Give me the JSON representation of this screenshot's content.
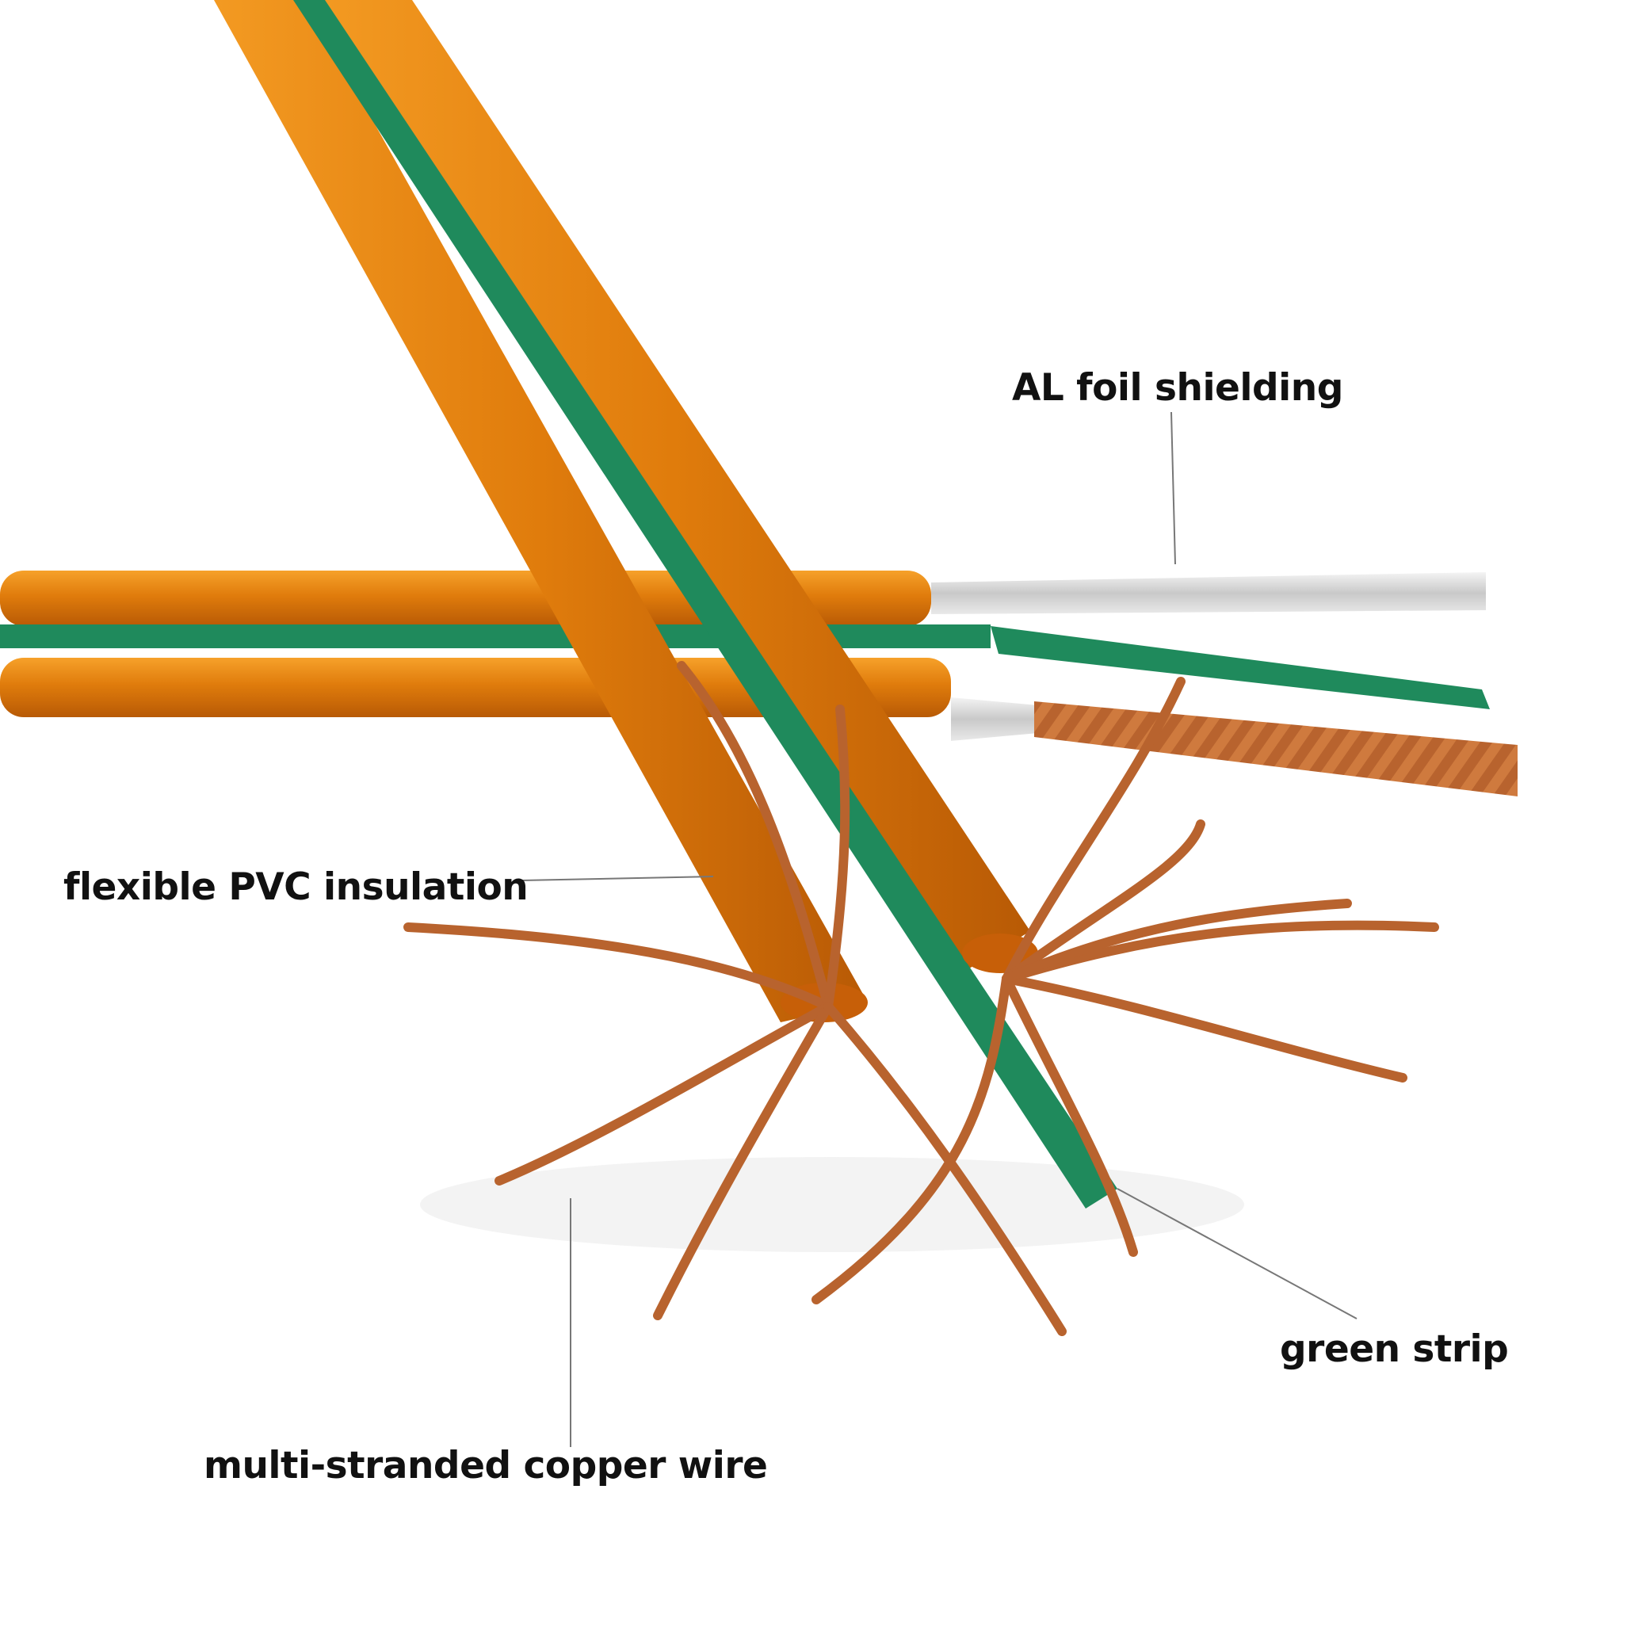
{
  "callouts": {
    "al_foil": "AL foil shielding",
    "pvc": "flexible PVC insulation",
    "green_strip": "green strip",
    "copper": "multi-stranded copper wire"
  },
  "colors": {
    "insulation": "#e8820e",
    "insulation_dark": "#b85a05",
    "green_strip": "#1f8a5c",
    "copper": "#b8632e",
    "foil": "#d9d9d9",
    "label_text": "#111111",
    "leader_line": "#777777"
  }
}
